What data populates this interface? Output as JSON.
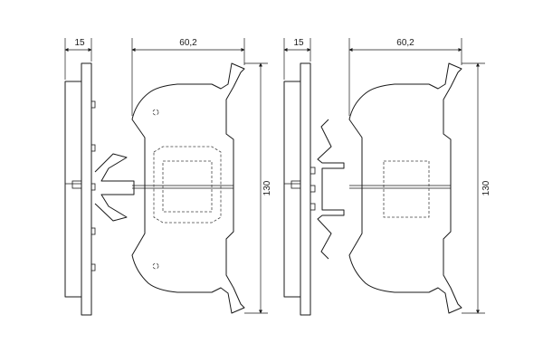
{
  "dimensions": {
    "left_view": {
      "thickness": "15",
      "width": "60,2",
      "height": "130"
    },
    "right_view": {
      "thickness": "15",
      "width": "60,2",
      "height": "130"
    }
  }
}
